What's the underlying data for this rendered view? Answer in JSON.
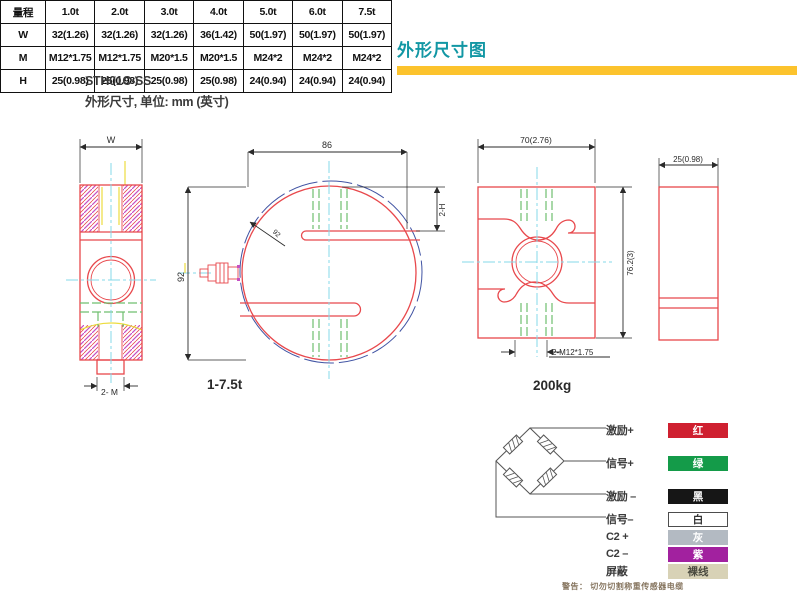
{
  "header": {
    "section_title": "外形尺寸图",
    "title_color": "#1297a4",
    "underline_color": "#fcc32d",
    "model": "STH01C-SS",
    "units_note": "外形尺寸, 单位: mm (英寸)"
  },
  "drawings": {
    "side_view": {
      "dim_width": "W",
      "dim_thread": "2- M"
    },
    "front_view": {
      "dim_width": "86",
      "dim_height": "92",
      "dim_right": "2-H",
      "leader_note": "92",
      "capacity_label": "1-7.5t"
    },
    "front_view_200kg": {
      "dim_width": "70(2.76)",
      "dim_height": "76.2(3)",
      "dim_thread": "2-M12*1.75",
      "capacity_label": "200kg"
    },
    "side_view_200kg": {
      "dim_depth": "25(0.98)"
    }
  },
  "spec_table": {
    "header": [
      "量程",
      "1.0t",
      "2.0t",
      "3.0t",
      "4.0t",
      "5.0t",
      "6.0t",
      "7.5t"
    ],
    "rows": [
      {
        "name": "W",
        "values": [
          "32(1.26)",
          "32(1.26)",
          "32(1.26)",
          "36(1.42)",
          "50(1.97)",
          "50(1.97)",
          "50(1.97)"
        ]
      },
      {
        "name": "M",
        "values": [
          "M12*1.75",
          "M12*1.75",
          "M20*1.5",
          "M20*1.5",
          "M24*2",
          "M24*2",
          "M24*2"
        ]
      },
      {
        "name": "H",
        "values": [
          "25(0.98)",
          "25(0.98)",
          "25(0.98)",
          "25(0.98)",
          "24(0.94)",
          "24(0.94)",
          "24(0.94)"
        ]
      }
    ]
  },
  "wiring": {
    "entries": [
      {
        "label": "激励+",
        "wire": "红",
        "bg": "#cf2030",
        "fg": "#ffffff",
        "border": "#cf2030"
      },
      {
        "label": "信号+",
        "wire": "绿",
        "bg": "#149b49",
        "fg": "#ffffff",
        "border": "#149b49"
      },
      {
        "label": "激励 –",
        "wire": "黑",
        "bg": "#161616",
        "fg": "#ffffff",
        "border": "#161616"
      },
      {
        "label": "信号–",
        "wire": "白",
        "bg": "#ffffff",
        "fg": "#333333",
        "border": "#4d4d4d"
      },
      {
        "label": "C2 +",
        "wire": "灰",
        "bg": "#b3bac2",
        "fg": "#ffffff",
        "border": "#b3bac2"
      },
      {
        "label": "C2 –",
        "wire": "紫",
        "bg": "#a2219f",
        "fg": "#ffffff",
        "border": "#a2219f"
      },
      {
        "label": "屏蔽",
        "wire": "裸线",
        "bg": "#d8d2b6",
        "fg": "#4a4a3f",
        "border": "#d8d2b6"
      }
    ],
    "warning": "警告： 切勿切割称重传感器电缆"
  }
}
